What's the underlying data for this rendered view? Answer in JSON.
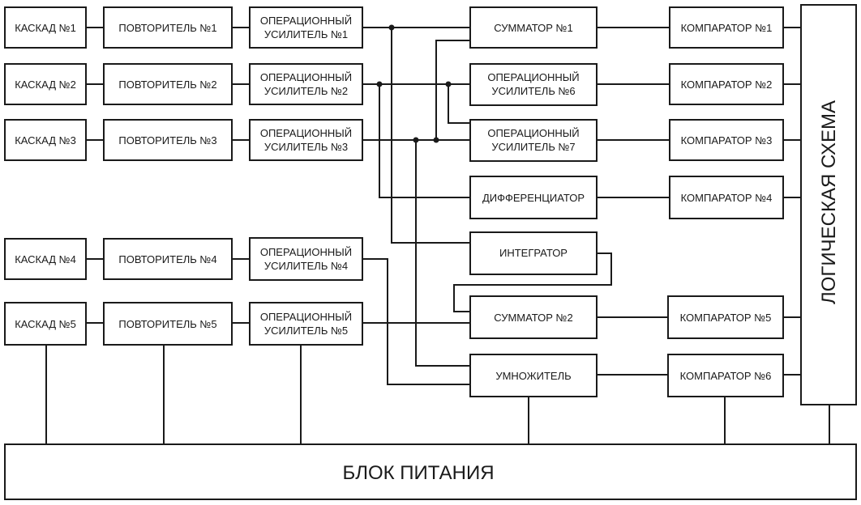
{
  "blocks": {
    "cascade1": "КАСКАД №1",
    "cascade2": "КАСКАД №2",
    "cascade3": "КАСКАД №3",
    "cascade4": "КАСКАД №4",
    "cascade5": "КАСКАД №5",
    "repeater1": "ПОВТОРИТЕЛЬ №1",
    "repeater2": "ПОВТОРИТЕЛЬ №2",
    "repeater3": "ПОВТОРИТЕЛЬ №3",
    "repeater4": "ПОВТОРИТЕЛЬ №4",
    "repeater5": "ПОВТОРИТЕЛЬ №5",
    "opamp_line1": "ОПЕРАЦИОННЫЙ",
    "opamp1_line2": "УСИЛИТЕЛЬ №1",
    "opamp2_line2": "УСИЛИТЕЛЬ №2",
    "opamp3_line2": "УСИЛИТЕЛЬ №3",
    "opamp4_line2": "УСИЛИТЕЛЬ №4",
    "opamp5_line2": "УСИЛИТЕЛЬ №5",
    "opamp6_line2": "УСИЛИТЕЛЬ №6",
    "opamp7_line2": "УСИЛИТЕЛЬ №7",
    "adder1": "СУММАТОР №1",
    "adder2": "СУММАТОР №2",
    "differentiator": "ДИФФЕРЕНЦИАТОР",
    "integrator": "ИНТЕГРАТОР",
    "multiplier": "УМНОЖИТЕЛЬ",
    "comparator1": "КОМПАРАТОР №1",
    "comparator2": "КОМПАРАТОР №2",
    "comparator3": "КОМПАРАТОР №3",
    "comparator4": "КОМПАРАТОР №4",
    "comparator5": "КОМПАРАТОР №5",
    "comparator6": "КОМПАРАТОР №6",
    "logic": "ЛОГИЧЕСКАЯ СХЕМА",
    "power": "БЛОК ПИТАНИЯ"
  },
  "colors": {
    "stroke": "#1a1a1a",
    "fill": "#ffffff"
  }
}
